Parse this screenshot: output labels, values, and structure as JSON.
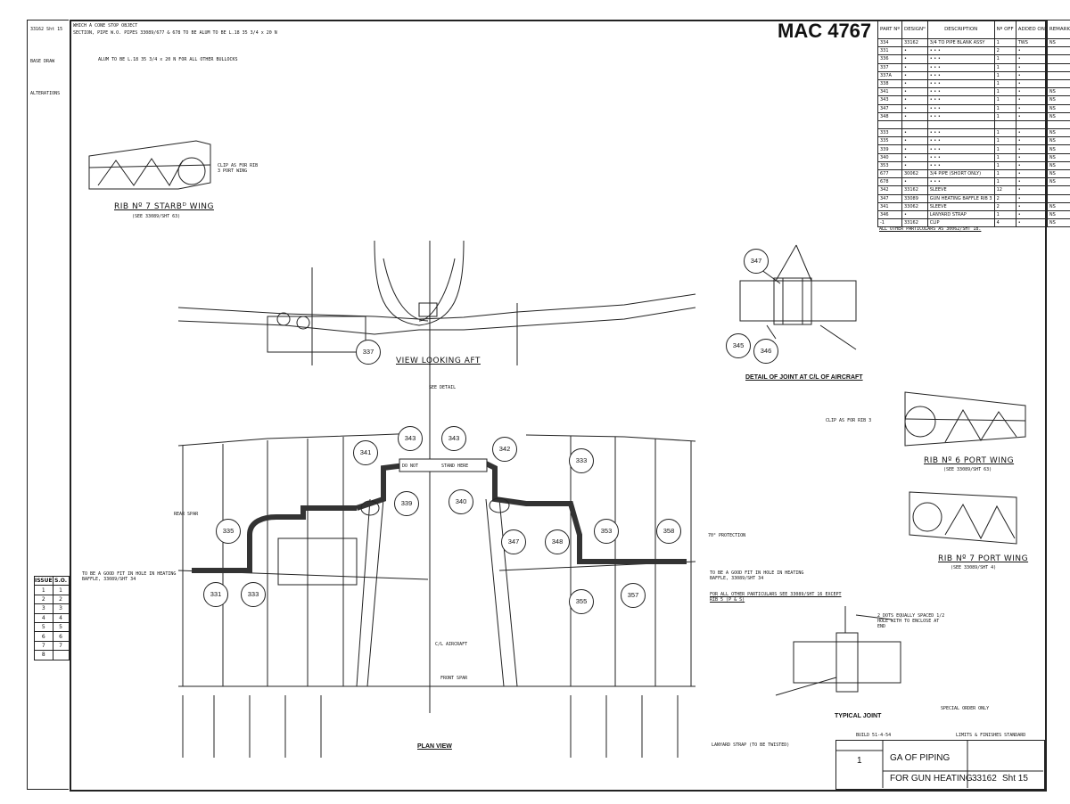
{
  "drawing": {
    "id": "MAC 4767",
    "title_line1": "GA OF PIPING",
    "title_line2": "FOR GUN HEATING",
    "drawing_number": "33162",
    "sheet": "Sht 15",
    "special_order": "SPECIAL ORDER ONLY",
    "build": "BUILD 51-4-54",
    "limits": "LIMITS & FINISHES STANDARD",
    "revision_box": "1"
  },
  "notes": {
    "top_note1": "WHICH A CONE STOP OBJECT",
    "top_note2": "SECTION, PIPE W.O. PIPES 33089/677 & 678 TO BE ALUM TO BE L.18 35 3/4 x 20 N",
    "top_note3": "ALUM TO BE L.18 35 3/4 x 20 N FOR ALL OTHER BULLOCKS",
    "all_other": "ALL OTHER PARTICULARS AS 30062/SHT 18.",
    "detail_joint": "DETAIL OF JOINT AT C/L OF AIRCRAFT",
    "typical_joint": "TYPICAL JOINT",
    "plan_view": "PLAN VIEW",
    "view_aft": "VIEW LOOKING AFT",
    "rib7_starb": "RIB Nº 7 STARBᴰ WING",
    "rib7_starb_ref": "(SEE 33089/SHT 63)",
    "rib6_port": "RIB Nº 6 PORT WING",
    "rib6_port_ref": "(SEE 33089/SHT 63)",
    "rib7_port": "RIB Nº 7 PORT WING",
    "rib7_port_ref": "(SEE 33089/SHT 4)",
    "clip_rib3": "CLIP AS FOR RIB 3",
    "clip_rib3_starb": "CLIP AS FOR RIB 3 PORT WING",
    "do_not": "DO NOT",
    "stand_here": "STAND HERE",
    "good_fit_left": "TO BE A GOOD FIT IN HOLE IN HEATING BAFFLE, 33089/SHT 34",
    "good_fit_right": "TO BE A GOOD FIT IN HOLE IN HEATING BAFFLE, 33089/SHT 34",
    "all_other_parts": "FOR ALL OTHER PARTICULARS SEE 33089/SHT 16 EXCEPT RIB 5 (P & S)",
    "front_spar": "FRONT SPAR",
    "rear_spar": "REAR SPAR",
    "aircraft": "C/L AIRCRAFT",
    "protection": "70° PROTECTION",
    "lanyard": "LANYARD STRAP (TO BE TWISTED)",
    "dots_note": "2 DOTS EQUALLY SPACED 1/2 HOLE WITH TO ENCLOSE AT END",
    "frame_note": "SEE DETAIL"
  },
  "parts_table": {
    "headers": [
      "PART Nº",
      "DESIGNᴺ",
      "DESCRIPTION",
      "Nº OFF",
      "ADDED ON",
      "REMARKS"
    ],
    "rows": [
      [
        "334",
        "33162",
        "3/4 TO PIPE BLANK ASSY",
        "1",
        "TWS",
        "NS"
      ],
      [
        "331",
        "•",
        "• • •",
        "2",
        "•",
        ""
      ],
      [
        "336",
        "•",
        "• • •",
        "1",
        "•",
        ""
      ],
      [
        "337",
        "•",
        "• • •",
        "1",
        "•",
        ""
      ],
      [
        "337A",
        "•",
        "• • •",
        "1",
        "•",
        ""
      ],
      [
        "338",
        "•",
        "• • •",
        "1",
        "•",
        ""
      ],
      [
        "341",
        "•",
        "• • •",
        "1",
        "•",
        "NS"
      ],
      [
        "343",
        "•",
        "• • •",
        "1",
        "•",
        "NS"
      ],
      [
        "347",
        "•",
        "• • •",
        "1",
        "•",
        "NS"
      ],
      [
        "348",
        "•",
        "• • •",
        "1",
        "•",
        "NS"
      ],
      [
        "",
        "",
        "",
        "",
        "",
        ""
      ],
      [
        "333",
        "•",
        "• • •",
        "1",
        "•",
        "NS"
      ],
      [
        "335",
        "•",
        "• • •",
        "1",
        "•",
        "NS"
      ],
      [
        "339",
        "•",
        "• • •",
        "1",
        "•",
        "NS"
      ],
      [
        "340",
        "•",
        "• • •",
        "1",
        "•",
        "NS"
      ],
      [
        "353",
        "•",
        "• • •",
        "1",
        "•",
        "NS"
      ],
      [
        "677",
        "30062",
        "3/4 PIPE (SHORT ONLY)",
        "1",
        "•",
        "NS"
      ],
      [
        "678",
        "•",
        "• • •",
        "1",
        "•",
        "NS"
      ],
      [
        "342",
        "33162",
        "SLEEVE",
        "12",
        "•",
        ""
      ],
      [
        "347",
        "33089",
        "GUN HEATING BAFFLE RIB 3",
        "2",
        "•",
        ""
      ],
      [
        "341",
        "33062",
        "SLEEVE",
        "2",
        "•",
        "NS"
      ],
      [
        "346",
        "•",
        "LANYARD STRAP",
        "1",
        "•",
        "NS"
      ],
      [
        "-1",
        "33162",
        "CLIP",
        "4",
        "•",
        "NS"
      ]
    ]
  },
  "issue_table": {
    "headers": [
      "ISSUE",
      "S.O."
    ],
    "rows": [
      [
        "1",
        "1"
      ],
      [
        "2",
        "2"
      ],
      [
        "3",
        "3"
      ],
      [
        "4",
        "4"
      ],
      [
        "5",
        "5"
      ],
      [
        "6",
        "6"
      ],
      [
        "7",
        "7"
      ],
      [
        "8",
        ""
      ]
    ]
  },
  "callouts": [
    "337",
    "341",
    "343",
    "343",
    "342",
    "333",
    "339",
    "340",
    "335",
    "347",
    "348",
    "353",
    "358",
    "331",
    "333",
    "355",
    "357",
    "347",
    "345",
    "346"
  ],
  "margin_text": {
    "sheet_ref": "33162 Sht 15",
    "base": "BASE DRAW",
    "alterations": "ALTERATIONS"
  }
}
